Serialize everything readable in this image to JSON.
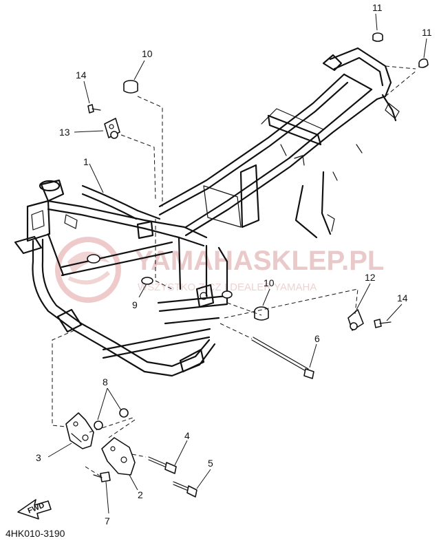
{
  "diagram": {
    "callouts": [
      "11",
      "11",
      "10",
      "14",
      "13",
      "1",
      "10",
      "9",
      "12",
      "14",
      "6",
      "8",
      "4",
      "3",
      "5",
      "2",
      "7"
    ],
    "watermark": {
      "title": "YAMAHASKLEP.PL",
      "subtitle": "WSZYSTKO Z CZ I DEALER YAMAHA"
    },
    "fwd_label": "FWD",
    "part_code": "4HK010-3190",
    "colors": {
      "ink": "#111111",
      "watermark": "#e9c9c9"
    }
  }
}
